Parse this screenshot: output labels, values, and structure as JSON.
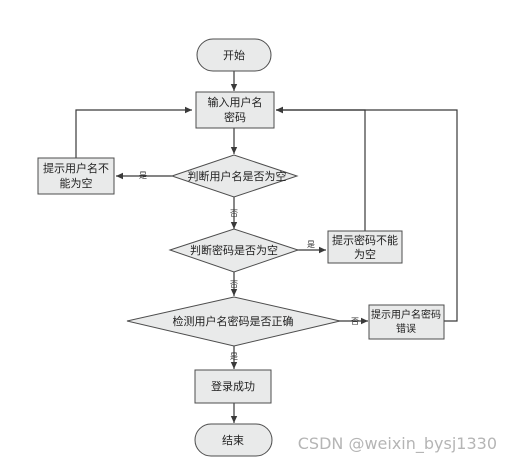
{
  "nodes": {
    "start": "开始",
    "input_line1": "输入用户名",
    "input_line2": "密码",
    "check_username": "判断用户名是否为空",
    "username_empty_line1": "提示用户名不",
    "username_empty_line2": "能为空",
    "check_password": "判断密码是否为空",
    "password_empty_line1": "提示密码不能",
    "password_empty_line2": "为空",
    "verify": "检测用户名密码是否正确",
    "wrong_line1": "提示用户名密码",
    "wrong_line2": "错误",
    "success": "登录成功",
    "end": "结束"
  },
  "edge_labels": {
    "username_yes": "是",
    "username_no": "否",
    "password_yes": "是",
    "password_no": "否",
    "verify_no": "否",
    "verify_yes": "是"
  },
  "watermark": "CSDN @weixin_bysj1330"
}
